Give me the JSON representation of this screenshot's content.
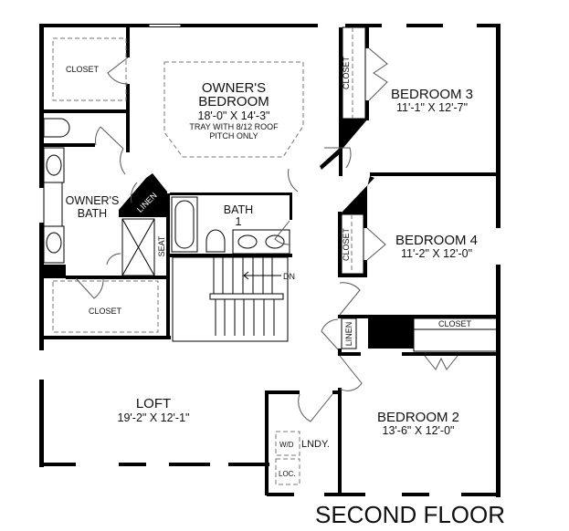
{
  "plan_title": "SECOND FLOOR",
  "rooms": {
    "owners_bedroom": {
      "name_1": "OWNER'S",
      "name_2": "BEDROOM",
      "dims": "18'-0\" X 14'-3\"",
      "note_1": "TRAY WITH 8/12 ROOF",
      "note_2": "PITCH ONLY"
    },
    "owners_bath": {
      "name_1": "OWNER'S",
      "name_2": "BATH"
    },
    "bath_1": {
      "name_1": "BATH",
      "name_2": "1"
    },
    "bedroom_3": {
      "name": "BEDROOM 3",
      "dims": "11'-1\" X 12'-7\""
    },
    "bedroom_4": {
      "name": "BEDROOM 4",
      "dims": "11'-2\" X 12'-0\""
    },
    "bedroom_2": {
      "name": "BEDROOM 2",
      "dims": "13'-6\" X 12'-0\""
    },
    "loft": {
      "name": "LOFT",
      "dims": "19'-2\" X 12'-1\""
    },
    "laundry": {
      "name": "LNDY.",
      "wd": "W/D",
      "loc": "LOC."
    }
  },
  "labels": {
    "closet": "CLOSET",
    "linen": "LINEN",
    "seat": "SEAT",
    "stairs_dn": "DN"
  }
}
